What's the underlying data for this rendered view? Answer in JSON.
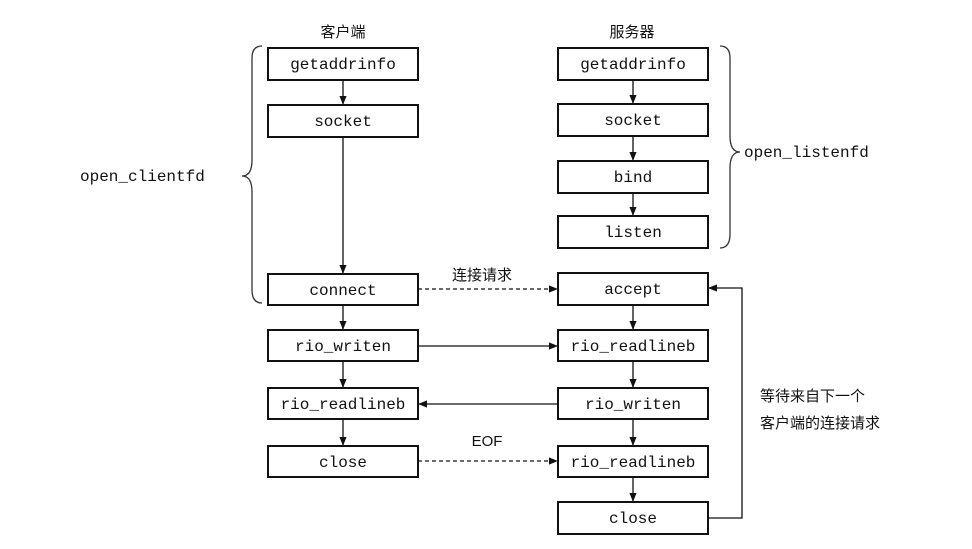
{
  "headers": {
    "client": "客户端",
    "server": "服务器"
  },
  "client": {
    "getaddrinfo": "getaddrinfo",
    "socket": "socket",
    "connect": "connect",
    "rio_writen": "rio_writen",
    "rio_readlineb": "rio_readlineb",
    "close": "close"
  },
  "server": {
    "getaddrinfo": "getaddrinfo",
    "socket": "socket",
    "bind": "bind",
    "listen": "listen",
    "accept": "accept",
    "rio_readlineb_1": "rio_readlineb",
    "rio_writen": "rio_writen",
    "rio_readlineb_2": "rio_readlineb",
    "close": "close"
  },
  "labels": {
    "open_clientfd": "open_clientfd",
    "open_listenfd": "open_listenfd",
    "connection_request": "连接请求",
    "eof": "EOF",
    "wait_line1": "等待来自下一个",
    "wait_line2": "客户端的连接请求"
  }
}
